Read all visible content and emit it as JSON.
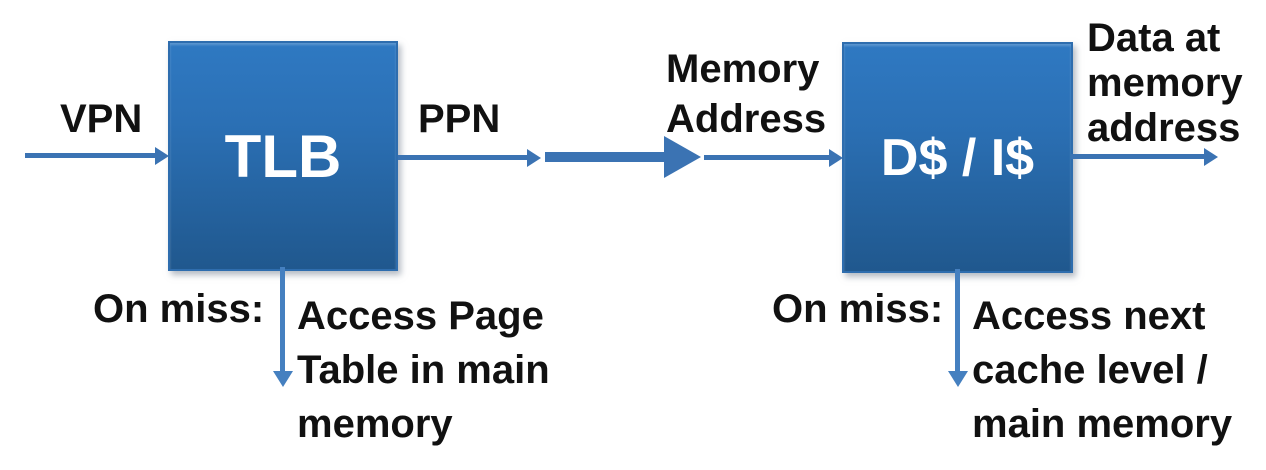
{
  "diagram": {
    "tlb": {
      "box_label": "TLB",
      "input_label": "VPN",
      "output_label": "PPN",
      "miss_prefix": "On miss:",
      "miss_lines": [
        "Access Page",
        "Table in main",
        "memory"
      ]
    },
    "cache": {
      "box_label": "D$ / I$",
      "input_label_lines": [
        "Memory",
        "Address"
      ],
      "output_label_lines": [
        "Data at",
        "memory",
        "address"
      ],
      "miss_prefix": "On miss:",
      "miss_lines": [
        "Access next",
        "cache level /",
        "main memory"
      ]
    },
    "colors": {
      "arrow_blue": "#3b73b3",
      "miss_arrow_blue": "#4580c0",
      "box_gradient_top": "#2f79c2",
      "box_gradient_bottom": "#20588e",
      "box_border": "#2e6dae",
      "box_text": "#ffffff",
      "label_text": "#111111",
      "background": "#ffffff"
    }
  }
}
